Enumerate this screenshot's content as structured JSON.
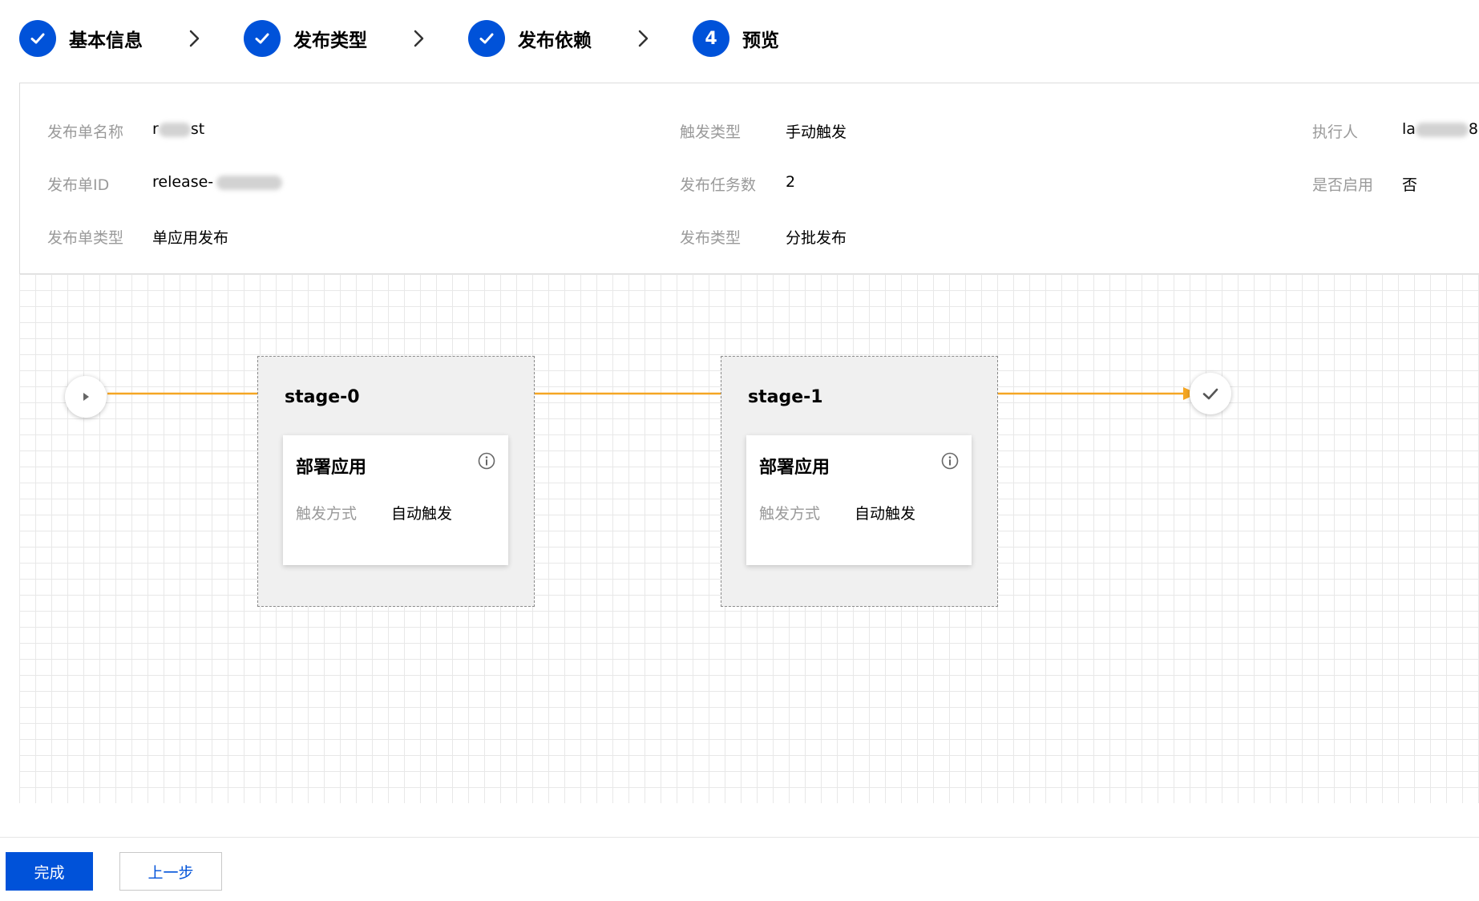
{
  "steps": [
    {
      "label": "基本信息",
      "status": "done",
      "icon": "check-icon"
    },
    {
      "label": "发布类型",
      "status": "done",
      "icon": "check-icon"
    },
    {
      "label": "发布依赖",
      "status": "done",
      "icon": "check-icon"
    },
    {
      "label": "预览",
      "status": "current",
      "number": "4"
    }
  ],
  "info": {
    "name_label": "发布单名称",
    "name_value_start": "r",
    "name_value_end": "st",
    "id_label": "发布单ID",
    "id_value": "release-",
    "type_label": "发布单类型",
    "type_value": "单应用发布",
    "trigger_type_label": "触发类型",
    "trigger_type_value": "手动触发",
    "task_count_label": "发布任务数",
    "task_count_value": "2",
    "release_type_label": "发布类型",
    "release_type_value": "分批发布",
    "executor_label": "执行人",
    "executor_value_start": "la",
    "executor_value_end": "8",
    "enabled_label": "是否启用",
    "enabled_value": "否"
  },
  "pipeline": {
    "stages": [
      {
        "title": "stage-0",
        "task_title": "部署应用",
        "trigger_label": "触发方式",
        "trigger_value": "自动触发"
      },
      {
        "title": "stage-1",
        "task_title": "部署应用",
        "trigger_label": "触发方式",
        "trigger_value": "自动触发"
      }
    ],
    "start_icon": "play-icon",
    "end_icon": "check-icon",
    "arrow_color": "#f5a623"
  },
  "footer": {
    "finish_label": "完成",
    "prev_label": "上一步"
  },
  "colors": {
    "primary": "#0052d9",
    "label_gray": "#9a9a9a",
    "stage_bg": "#f0f0f0"
  }
}
